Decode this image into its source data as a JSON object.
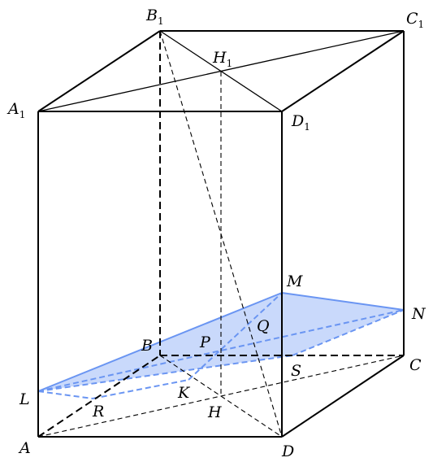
{
  "figure": {
    "colors": {
      "edge": "#000000",
      "section_stroke": "#6a95f2",
      "section_fill": "#c9d9fb"
    },
    "labels": {
      "B1": {
        "main": "B",
        "sub": "1"
      },
      "C1": {
        "main": "C",
        "sub": "1"
      },
      "H1": {
        "main": "H",
        "sub": "1"
      },
      "A1": {
        "main": "A",
        "sub": "1"
      },
      "D1": {
        "main": "D",
        "sub": "1"
      },
      "M": "M",
      "N": "N",
      "Q": "Q",
      "B": "B",
      "P": "P",
      "C": "C",
      "S": "S",
      "L": "L",
      "K": "K",
      "R": "R",
      "H": "H",
      "A": "A",
      "D": "D"
    }
  }
}
